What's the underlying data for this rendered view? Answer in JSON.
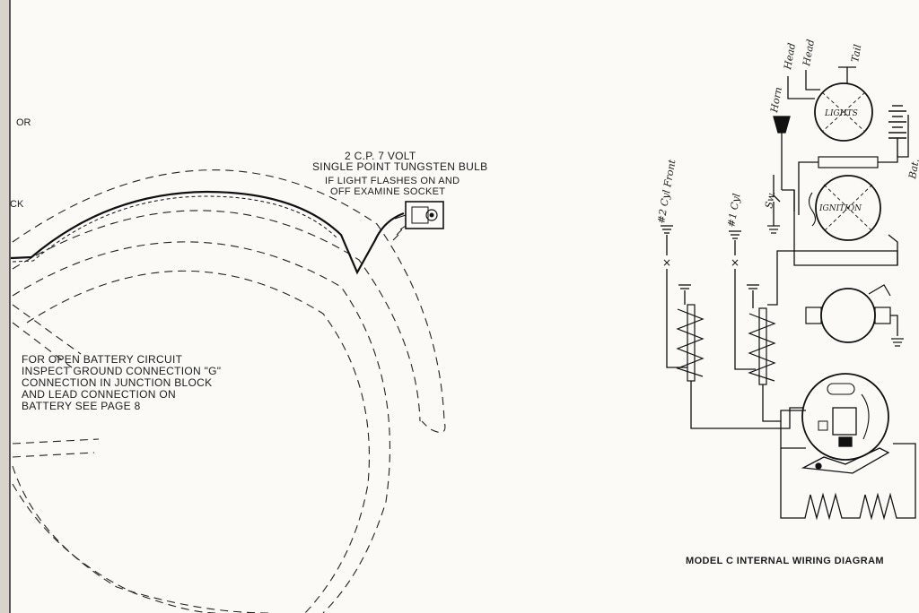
{
  "left_panel": {
    "edge_fragment_top": "OR",
    "edge_fragment_mid": "CK",
    "bulb_spec_line1": "2 C.P. 7 VOLT",
    "bulb_spec_line2": "SINGLE POINT TUNGSTEN BULB",
    "bulb_note_line1": "IF LIGHT FLASHES ON AND",
    "bulb_note_line2": "OFF EXAMINE SOCKET",
    "battery_note": [
      "FOR OPEN BATTERY CIRCUIT",
      "INSPECT GROUND CONNECTION \"G\"",
      "CONNECTION IN JUNCTION BLOCK",
      "AND LEAD CONNECTION ON",
      "BATTERY SEE PAGE 8"
    ]
  },
  "right_panel": {
    "caption": "MODEL C INTERNAL WIRING DIAGRAM",
    "labels": {
      "head_1": "Head",
      "head_2": "Head",
      "tail": "Tail",
      "horn": "Horn",
      "sw": "Sw.",
      "bat": "Bat.",
      "cyl2": "#2 Cyl Front",
      "cyl1": "#1 Cyl",
      "lights": "LIGHTS",
      "ignition": "IGNITION"
    }
  },
  "colors": {
    "ink": "#1c1c1c",
    "paper": "#fbfaf6"
  }
}
